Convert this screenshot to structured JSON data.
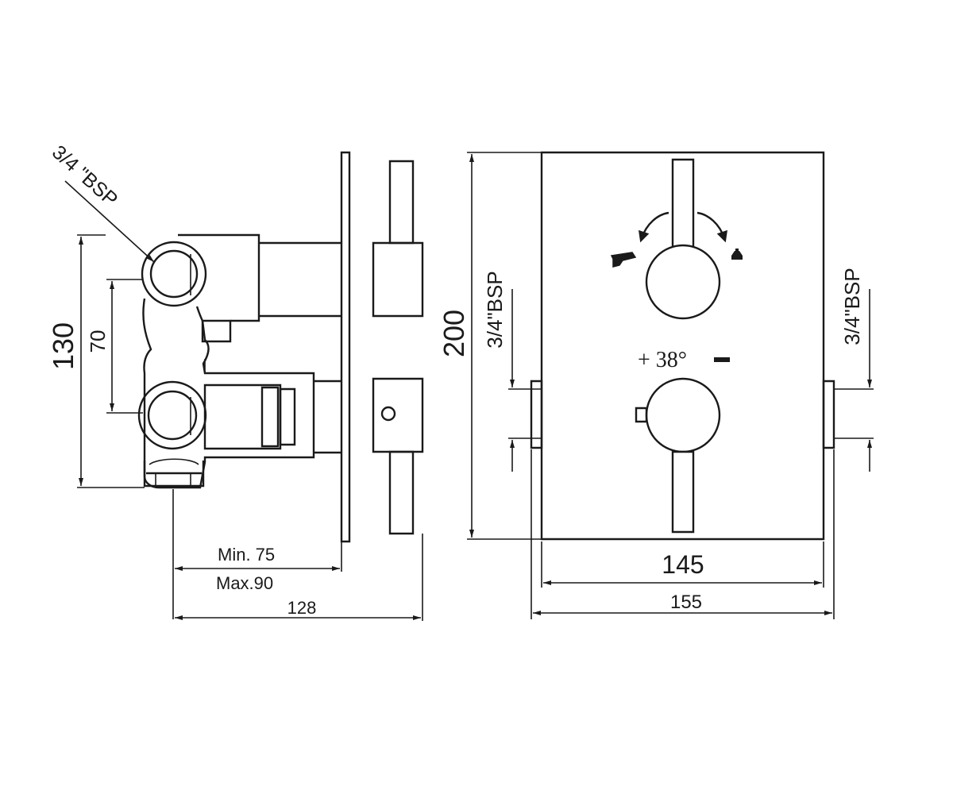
{
  "labels": {
    "bsp_diag": "3/4 \"BSP",
    "dim_130": "130",
    "dim_70": "70",
    "min": "Min. 75",
    "max": "Max.90",
    "dim_128": "128",
    "dim_200": "200",
    "bsp_left": "3/4\"BSP",
    "bsp_right": "3/4\"BSP",
    "temp": "+ 38°",
    "dim_145": "145",
    "dim_155": "155"
  }
}
